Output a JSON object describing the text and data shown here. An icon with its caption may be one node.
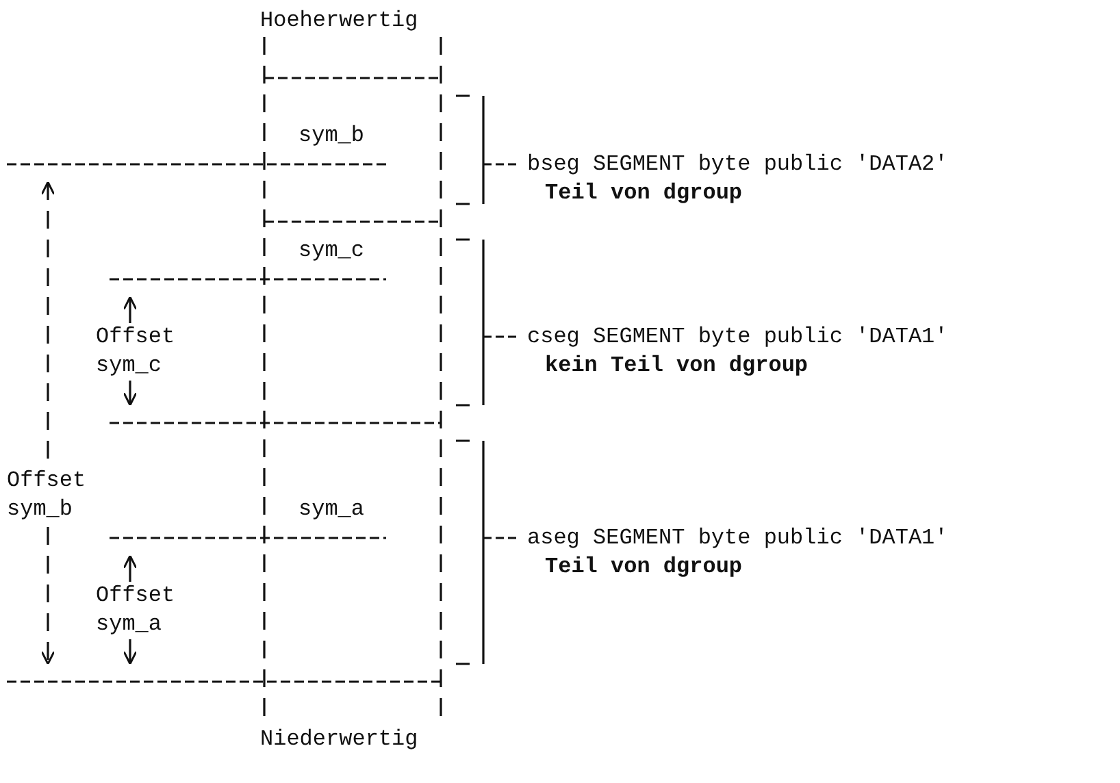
{
  "diagram": {
    "nodes": [
      {
        "text": [
          "sym_b"
        ],
        "beside": [
          "bseg SEGMENT byte public 'DATA2'",
          "Teil von dgroup"
        ]
      },
      {
        "text": [
          "sym_c"
        ],
        "beside": [
          "cseg SEGMENT byte public 'DATA1'",
          "kein Teil von dgroup"
        ]
      },
      {
        "text": [
          "sym_a"
        ],
        "beside": [
          "aseg SEGMENT byte public 'DATA1'",
          "Teil von dgroup"
        ]
      }
    ],
    "labels": [
      "Hoeherwertig",
      "Offset sym_c",
      "Offset sym_b",
      "Offset sym_a",
      "Niederwertig"
    ]
  }
}
